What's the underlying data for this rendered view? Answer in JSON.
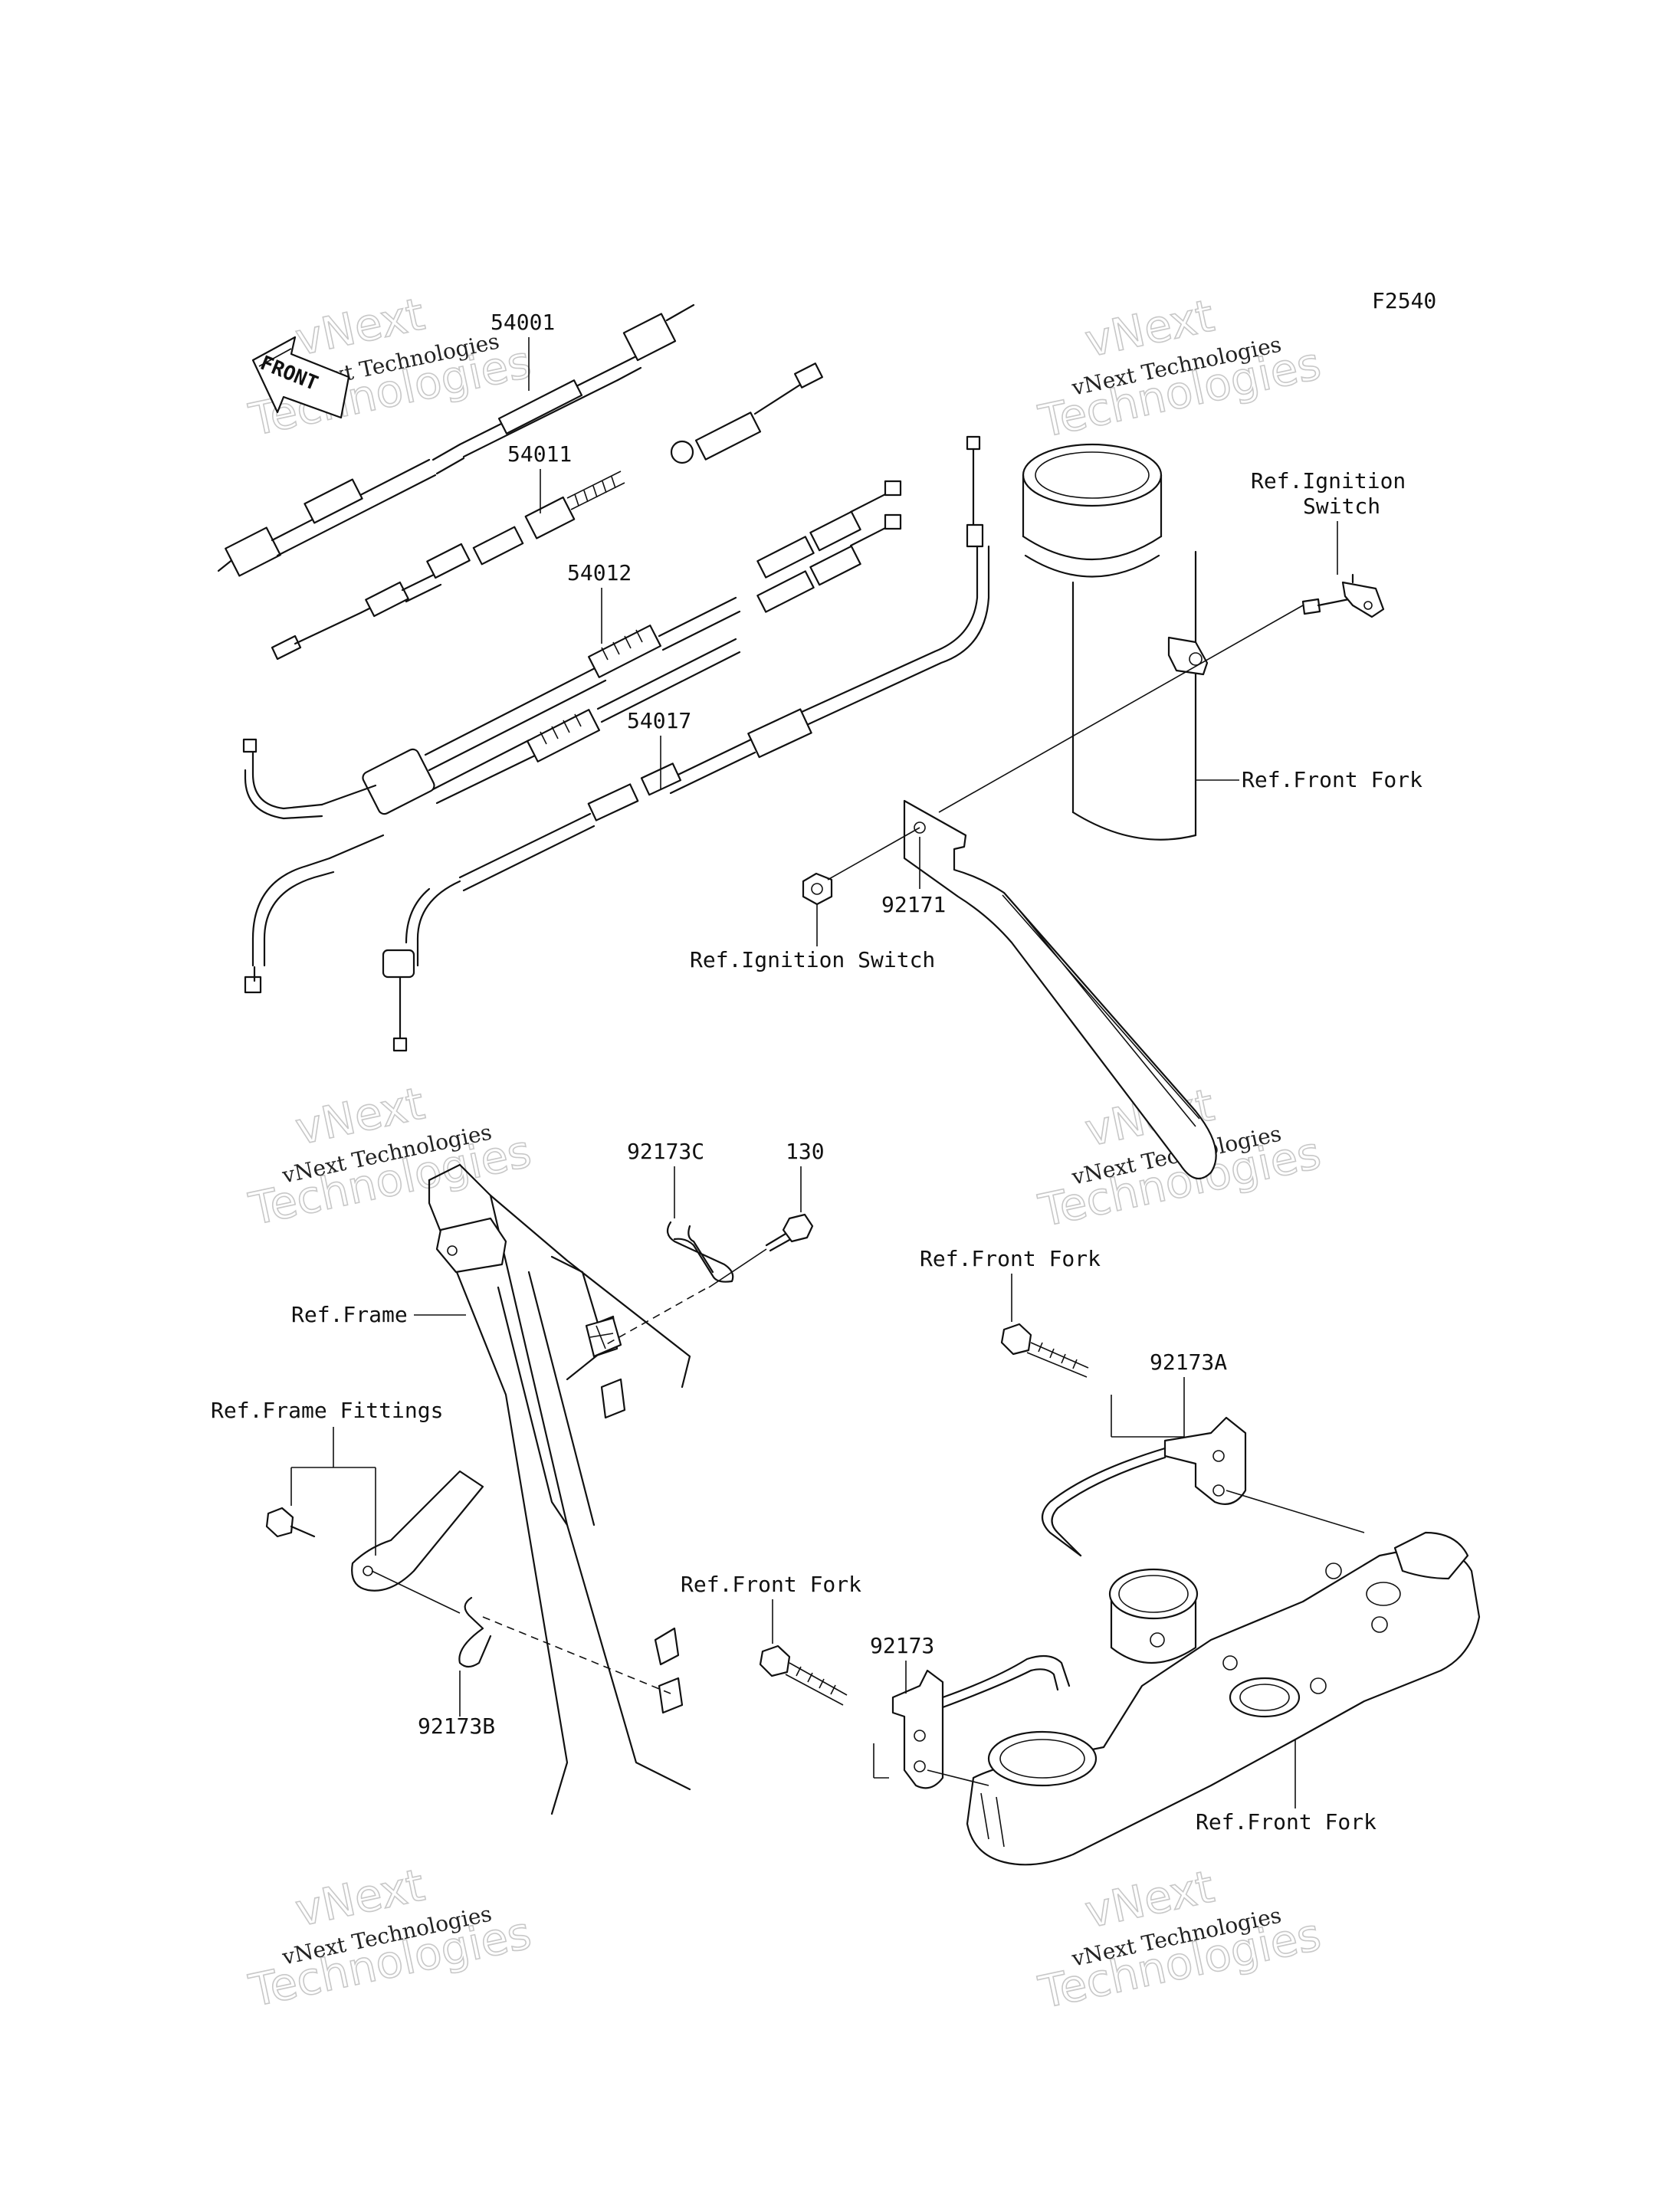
{
  "figure_code": "F2540",
  "front_badge": "FRONT",
  "watermark": {
    "line1": "vNext Technologies",
    "line2": "vNext",
    "line3": "Technologies"
  },
  "parts": {
    "p54001": "54001",
    "p54011": "54011",
    "p54012": "54012",
    "p54017": "54017",
    "p92171": "92171",
    "p92173C": "92173C",
    "p130": "130",
    "p92173A": "92173A",
    "p92173": "92173",
    "p92173B": "92173B"
  },
  "refs": {
    "ignition_switch_top_1": "Ref.Ignition",
    "ignition_switch_top_2": "Switch",
    "front_fork_1": "Ref.Front Fork",
    "ignition_switch_bottom": "Ref.Ignition Switch",
    "frame": "Ref.Frame",
    "frame_fittings": "Ref.Frame Fittings",
    "front_fork_2": "Ref.Front Fork",
    "front_fork_3": "Ref.Front Fork",
    "front_fork_4": "Ref.Front Fork"
  }
}
